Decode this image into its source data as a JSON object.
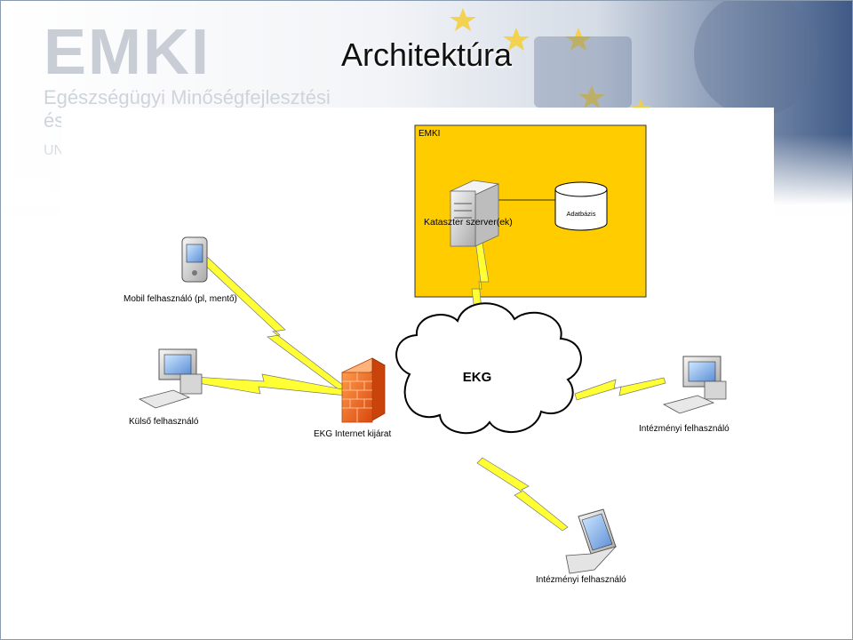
{
  "slide": {
    "title": "Architektúra",
    "logo": {
      "mark": "EMKI",
      "line1": "Egészségügyi Minőségfejlesztési",
      "line2": "és",
      "line3": "UN"
    }
  },
  "diagram": {
    "emki_box": {
      "label": "EMKI",
      "color": "#ffcc00"
    },
    "server_label": "Kataszter szerver(ek)",
    "database_label": "Adatbázis",
    "cloud_label": "EKG",
    "firewall_label": "EKG Internet kijárat",
    "mobile_label": "Mobil felhasználó (pl, mentő)",
    "external_user_label": "Külső felhasználó",
    "inst_user_desktop_label": "Intézményi felhasználó",
    "inst_user_laptop_label": "Intézményi felhasználó",
    "link_color": "#ffff33"
  }
}
